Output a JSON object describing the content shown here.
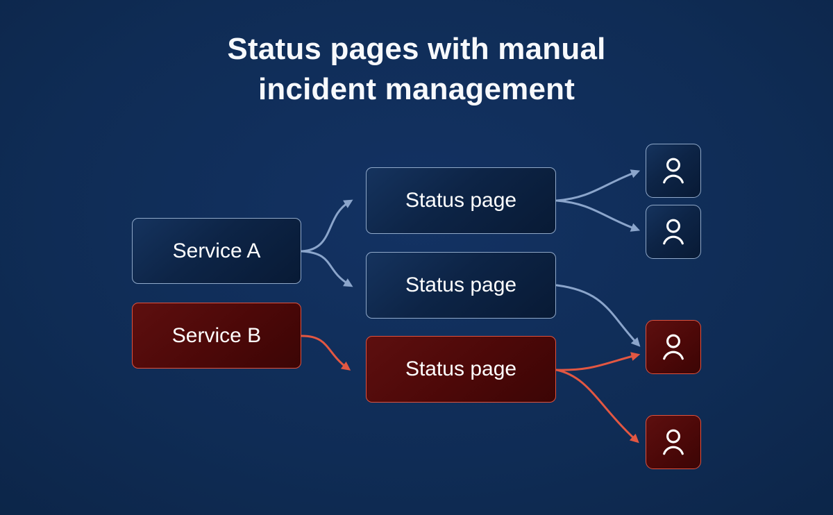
{
  "title": {
    "line1": "Status pages with manual",
    "line2": "incident management"
  },
  "nodes": {
    "service_a": {
      "label": "Service A",
      "state": "operational"
    },
    "service_b": {
      "label": "Service B",
      "state": "incident"
    },
    "status_page_1": {
      "label": "Status page",
      "state": "operational"
    },
    "status_page_2": {
      "label": "Status page",
      "state": "operational"
    },
    "status_page_3": {
      "label": "Status page",
      "state": "incident"
    },
    "user_1": {
      "icon": "user-icon",
      "state": "operational"
    },
    "user_2": {
      "icon": "user-icon",
      "state": "operational"
    },
    "user_3": {
      "icon": "user-icon",
      "state": "incident"
    },
    "user_4": {
      "icon": "user-icon",
      "state": "incident"
    }
  },
  "edges": [
    {
      "from": "service_a",
      "to": "status_page_1",
      "color": "blue"
    },
    {
      "from": "service_a",
      "to": "status_page_2",
      "color": "blue"
    },
    {
      "from": "service_b",
      "to": "status_page_3",
      "color": "red"
    },
    {
      "from": "status_page_1",
      "to": "user_1",
      "color": "blue"
    },
    {
      "from": "status_page_1",
      "to": "user_2",
      "color": "blue"
    },
    {
      "from": "status_page_2",
      "to": "user_3",
      "color": "blue"
    },
    {
      "from": "status_page_3",
      "to": "user_3",
      "color": "red"
    },
    {
      "from": "status_page_3",
      "to": "user_4",
      "color": "red"
    }
  ],
  "colors": {
    "background": "#0f2c55",
    "arrow_blue": "#8ba5cb",
    "arrow_red": "#e25742",
    "node_blue_fill": "#0d2446",
    "node_blue_border": "#a8c1e0",
    "node_red_fill": "#4c0808",
    "node_red_border": "#e0523d",
    "text": "#ffffff"
  }
}
